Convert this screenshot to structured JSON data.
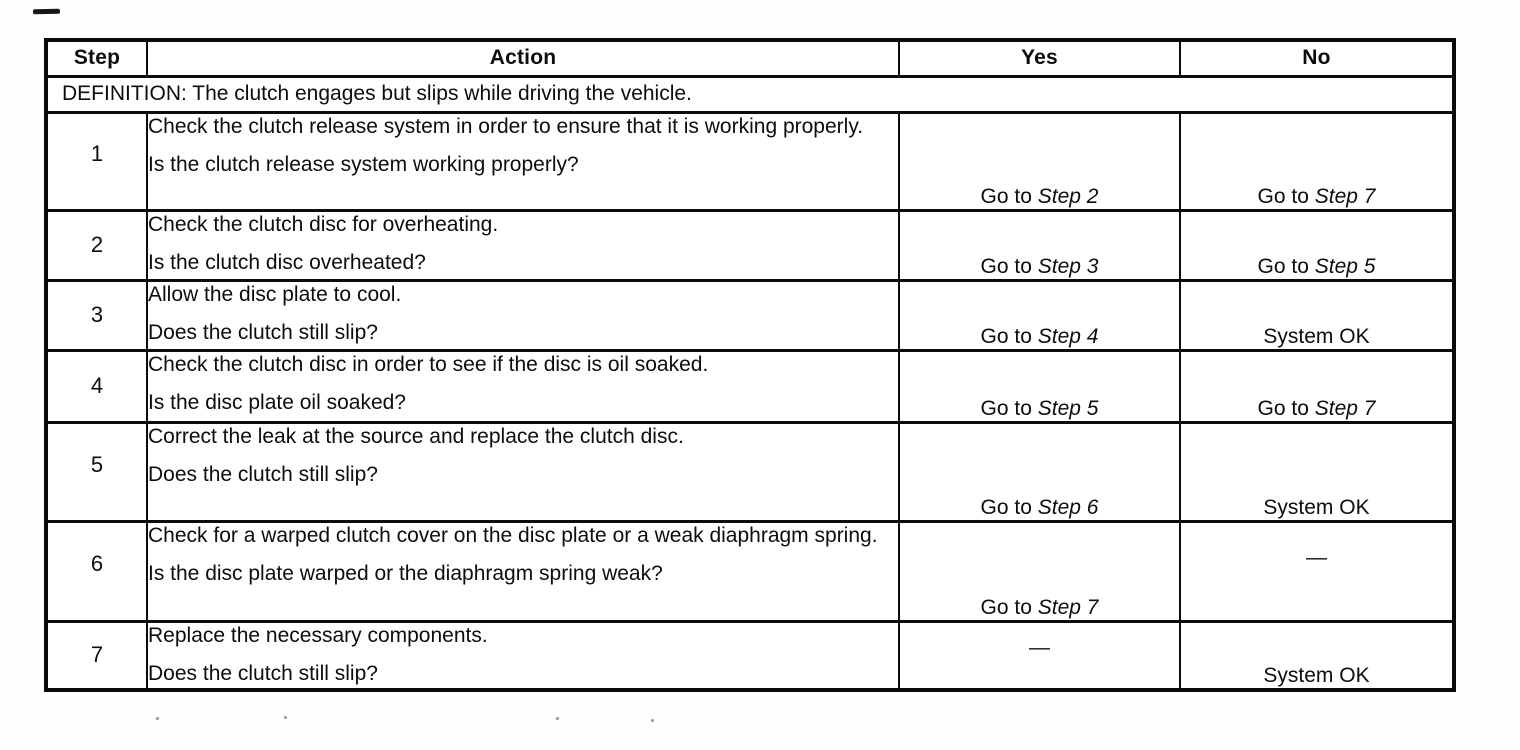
{
  "document": {
    "type": "diagnostic-table-scan",
    "ink_color": "#0c0c0c",
    "paper_color": "#fefefe"
  },
  "table": {
    "headers": {
      "step": "Step",
      "action": "Action",
      "yes": "Yes",
      "no": "No"
    },
    "definition": "DEFINITION: The clutch engages but slips while driving the vehicle.",
    "rows": [
      {
        "step": "1",
        "action": "Check the clutch release system in order to ensure that it is working properly.",
        "question": "Is the clutch release system working properly?",
        "yes_prefix": "Go to ",
        "yes_italic": "Step 2",
        "no_prefix": "Go to ",
        "no_italic": "Step 7"
      },
      {
        "step": "2",
        "action": "Check the clutch disc for overheating.",
        "question": "Is the clutch disc overheated?",
        "yes_prefix": "Go to ",
        "yes_italic": "Step 3",
        "no_prefix": "Go to ",
        "no_italic": "Step 5"
      },
      {
        "step": "3",
        "action": "Allow the disc plate to cool.",
        "question": "Does the clutch still slip?",
        "yes_prefix": "Go to ",
        "yes_italic": "Step 4",
        "no_prefix": "System OK",
        "no_italic": ""
      },
      {
        "step": "4",
        "action": "Check the clutch disc in order to see if the disc is oil soaked.",
        "question": "Is the disc plate oil soaked?",
        "yes_prefix": "Go to ",
        "yes_italic": "Step 5",
        "no_prefix": "Go to ",
        "no_italic": "Step 7"
      },
      {
        "step": "5",
        "action": "Correct the leak at the source and replace the clutch disc.",
        "question": "Does the clutch still slip?",
        "yes_prefix": "Go to ",
        "yes_italic": "Step 6",
        "no_prefix": "System OK",
        "no_italic": ""
      },
      {
        "step": "6",
        "action": "Check for a warped clutch cover on the disc plate or a weak diaphragm spring.",
        "question": "Is the disc plate warped or the diaphragm spring weak?",
        "yes_prefix": "Go to ",
        "yes_italic": "Step 7",
        "no_prefix": "—",
        "no_italic": ""
      },
      {
        "step": "7",
        "action": "Replace the necessary components.",
        "question": "Does the clutch still slip?",
        "yes_prefix": "—",
        "yes_italic": "",
        "no_prefix": "System OK",
        "no_italic": ""
      }
    ]
  }
}
